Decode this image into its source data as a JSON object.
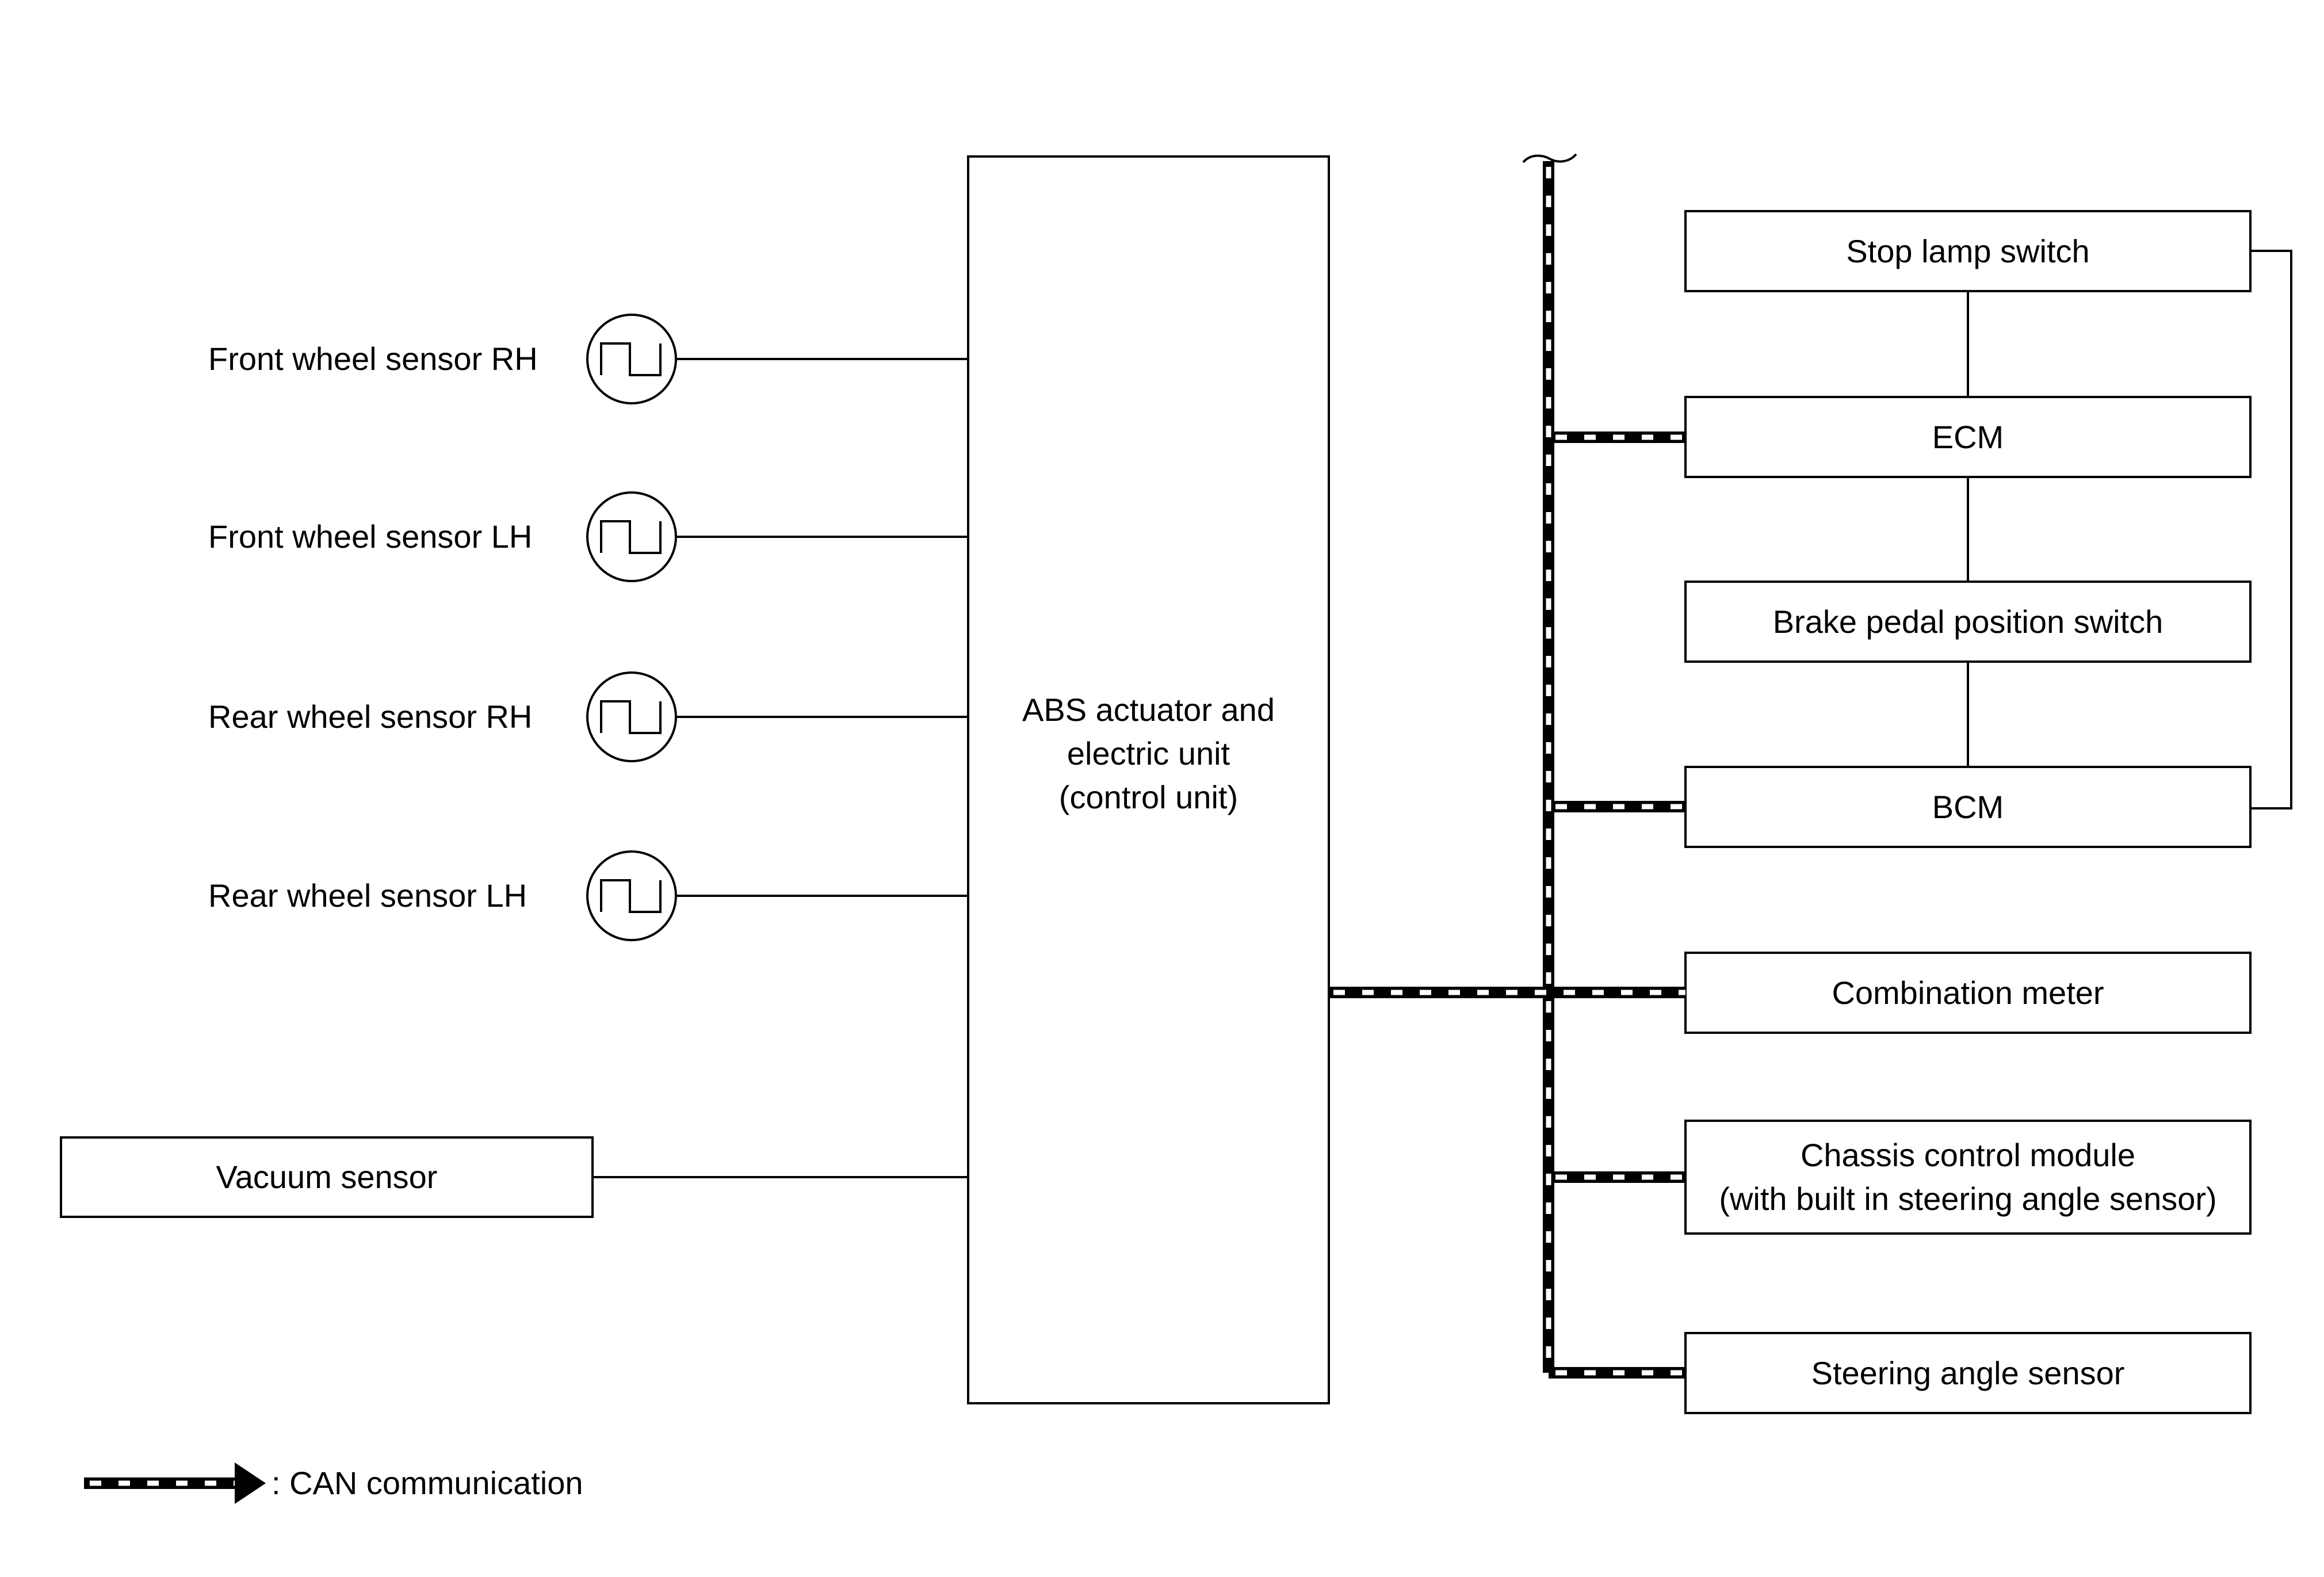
{
  "sensors": [
    {
      "label": "Front wheel sensor RH",
      "icon": "pulse-sensor-icon"
    },
    {
      "label": "Front wheel sensor LH",
      "icon": "pulse-sensor-icon"
    },
    {
      "label": "Rear wheel sensor RH",
      "icon": "pulse-sensor-icon"
    },
    {
      "label": "Rear wheel sensor LH",
      "icon": "pulse-sensor-icon"
    }
  ],
  "vacuum_sensor": {
    "label": "Vacuum sensor"
  },
  "control_unit": {
    "lines": [
      "ABS actuator and",
      "electric unit",
      "(control unit)"
    ]
  },
  "modules": {
    "stop_lamp_switch": {
      "lines": [
        "Stop lamp switch"
      ]
    },
    "ecm": {
      "lines": [
        "ECM"
      ]
    },
    "brake_pedal_position_switch": {
      "lines": [
        "Brake pedal position switch"
      ]
    },
    "bcm": {
      "lines": [
        "BCM"
      ]
    },
    "combination_meter": {
      "lines": [
        "Combination meter"
      ]
    },
    "chassis_control_module": {
      "lines": [
        "Chassis control module",
        "(with built in steering angle sensor)"
      ]
    },
    "steering_angle_sensor": {
      "lines": [
        "Steering angle sensor"
      ]
    }
  },
  "legend": {
    "label": ": CAN communication"
  }
}
